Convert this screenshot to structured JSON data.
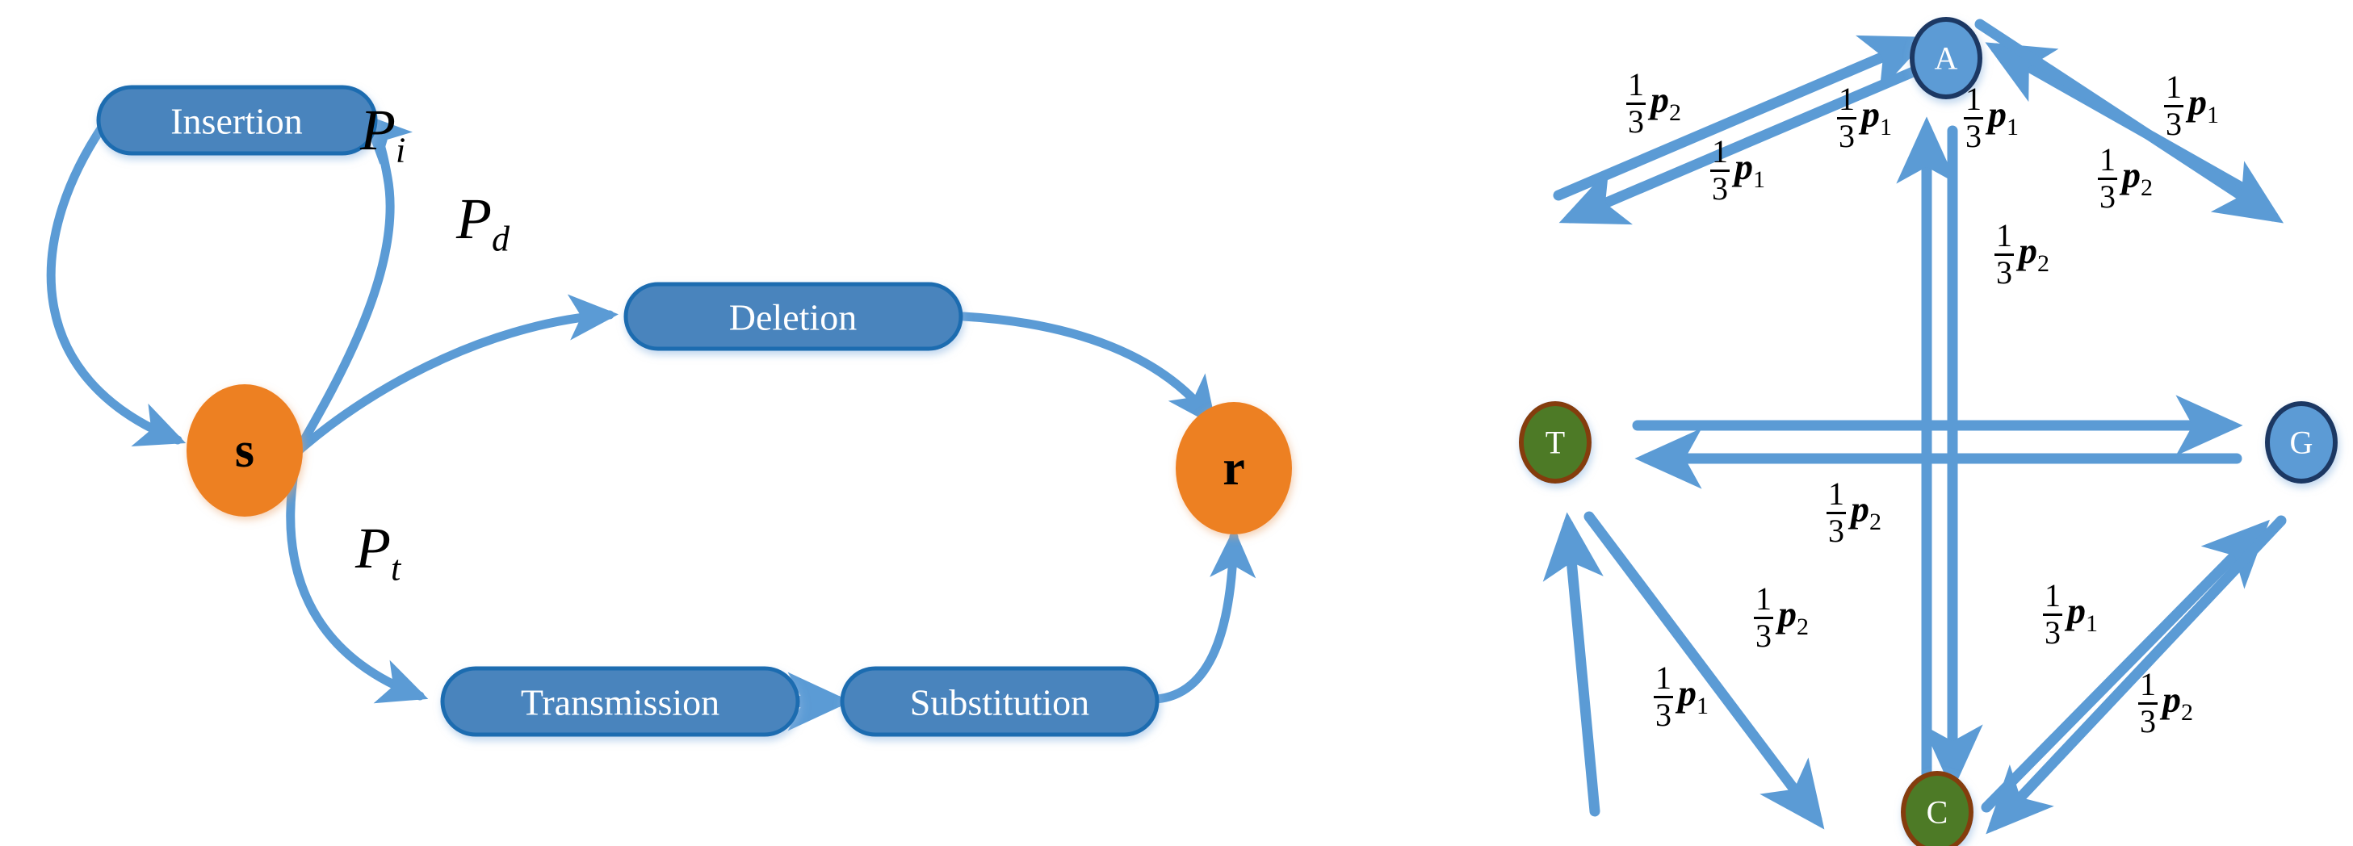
{
  "figure": {
    "background": "#ffffff",
    "colors": {
      "box_fill": "#4a84bd",
      "box_stroke": "#1f6cb0",
      "arrow": "#5b9bd5",
      "node_orange": "#ed8023",
      "node_blue": "#5b9bd5",
      "node_blue_stroke": "#1f3864",
      "node_green": "#4e7a28",
      "node_green_stroke": "#843c0c",
      "text_white": "#ffffff",
      "text_black": "#000000"
    }
  },
  "left_diagram": {
    "name": "error-model-flow",
    "nodes": [
      {
        "id": "s",
        "label": "s",
        "shape": "circle",
        "fill": "#ed8023"
      },
      {
        "id": "r",
        "label": "r",
        "shape": "circle",
        "fill": "#ed8023"
      },
      {
        "id": "insertion",
        "label": "Insertion",
        "shape": "rounded-box",
        "fill": "#4a84bd"
      },
      {
        "id": "deletion",
        "label": "Deletion",
        "shape": "rounded-box",
        "fill": "#4a84bd"
      },
      {
        "id": "transmission",
        "label": "Transmission",
        "shape": "rounded-box",
        "fill": "#4a84bd"
      },
      {
        "id": "substitution",
        "label": "Substitution",
        "shape": "rounded-box",
        "fill": "#4a84bd"
      }
    ],
    "edge_labels": [
      {
        "id": "pi",
        "base": "P",
        "sub": "i",
        "text": "Pi"
      },
      {
        "id": "pd",
        "base": "P",
        "sub": "d",
        "text": "Pd"
      },
      {
        "id": "pt",
        "base": "P",
        "sub": "t",
        "text": "Pt"
      }
    ],
    "edges": [
      {
        "from": "s",
        "to": "insertion",
        "label": "Pi"
      },
      {
        "from": "insertion",
        "to": "s",
        "label": ""
      },
      {
        "from": "s",
        "to": "deletion",
        "label": "Pd"
      },
      {
        "from": "deletion",
        "to": "r",
        "label": ""
      },
      {
        "from": "s",
        "to": "transmission",
        "label": "Pt"
      },
      {
        "from": "transmission",
        "to": "substitution",
        "label": ""
      },
      {
        "from": "substitution",
        "to": "r",
        "label": ""
      }
    ]
  },
  "right_diagram": {
    "name": "nucleotide-substitution-graph",
    "nodes": [
      {
        "id": "A",
        "label": "A",
        "fill": "#5b9bd5",
        "stroke": "#1f3864",
        "position": "top"
      },
      {
        "id": "T",
        "label": "T",
        "fill": "#4e7a28",
        "stroke": "#843c0c",
        "position": "left"
      },
      {
        "id": "G",
        "label": "G",
        "fill": "#5b9bd5",
        "stroke": "#1f3864",
        "position": "right"
      },
      {
        "id": "C",
        "label": "C",
        "fill": "#4e7a28",
        "stroke": "#843c0c",
        "position": "bottom"
      }
    ],
    "fraction_numerator": "1",
    "fraction_denominator": "3",
    "edges": [
      {
        "from": "T",
        "to": "A",
        "num": "1",
        "den": "3",
        "p": "p",
        "psub": "2",
        "label": "1/3 p2"
      },
      {
        "from": "A",
        "to": "T",
        "num": "1",
        "den": "3",
        "p": "p",
        "psub": "1",
        "label": "1/3 p1"
      },
      {
        "from": "C",
        "to": "A",
        "num": "1",
        "den": "3",
        "p": "p",
        "psub": "1",
        "label": "1/3 p1"
      },
      {
        "from": "A",
        "to": "C",
        "num": "1",
        "den": "3",
        "p": "p",
        "psub": "1",
        "label": "1/3 p1"
      },
      {
        "from": "G",
        "to": "A",
        "num": "1",
        "den": "3",
        "p": "p",
        "psub": "1",
        "label": "1/3 p1"
      },
      {
        "from": "A",
        "to": "G",
        "num": "1",
        "den": "3",
        "p": "p",
        "psub": "2",
        "label": "1/3 p2"
      },
      {
        "from": "T",
        "to": "G",
        "num": "1",
        "den": "3",
        "p": "p",
        "psub": "2",
        "label": "1/3 p2"
      },
      {
        "from": "G",
        "to": "T",
        "num": "1",
        "den": "3",
        "p": "p",
        "psub": "2",
        "label": "1/3 p2"
      },
      {
        "from": "C",
        "to": "T",
        "num": "1",
        "den": "3",
        "p": "p",
        "psub": "2",
        "label": "1/3 p2"
      },
      {
        "from": "T",
        "to": "C",
        "num": "1",
        "den": "3",
        "p": "p",
        "psub": "1",
        "label": "1/3 p1"
      },
      {
        "from": "C",
        "to": "G",
        "num": "1",
        "den": "3",
        "p": "p",
        "psub": "1",
        "label": "1/3 p1"
      },
      {
        "from": "G",
        "to": "C",
        "num": "1",
        "den": "3",
        "p": "p",
        "psub": "2",
        "label": "1/3 p2"
      }
    ],
    "fraction_labels": [
      {
        "id": "ta-upper",
        "num": "1",
        "den": "3",
        "p": "p",
        "psub": "2"
      },
      {
        "id": "ta-lower",
        "num": "1",
        "den": "3",
        "p": "p",
        "psub": "1"
      },
      {
        "id": "ac-left",
        "num": "1",
        "den": "3",
        "p": "p",
        "psub": "1"
      },
      {
        "id": "ac-right",
        "num": "1",
        "den": "3",
        "p": "p",
        "psub": "1"
      },
      {
        "id": "ag-upper",
        "num": "1",
        "den": "3",
        "p": "p",
        "psub": "1"
      },
      {
        "id": "ag-lower",
        "num": "1",
        "den": "3",
        "p": "p",
        "psub": "2"
      },
      {
        "id": "tg-upper",
        "num": "1",
        "den": "3",
        "p": "p",
        "psub": "2"
      },
      {
        "id": "tg-lower",
        "num": "1",
        "den": "3",
        "p": "p",
        "psub": "2"
      },
      {
        "id": "tc-upper",
        "num": "1",
        "den": "3",
        "p": "p",
        "psub": "2"
      },
      {
        "id": "tc-lower",
        "num": "1",
        "den": "3",
        "p": "p",
        "psub": "1"
      },
      {
        "id": "gc-upper",
        "num": "1",
        "den": "3",
        "p": "p",
        "psub": "1"
      },
      {
        "id": "gc-lower",
        "num": "1",
        "den": "3",
        "p": "p",
        "psub": "2"
      }
    ]
  }
}
